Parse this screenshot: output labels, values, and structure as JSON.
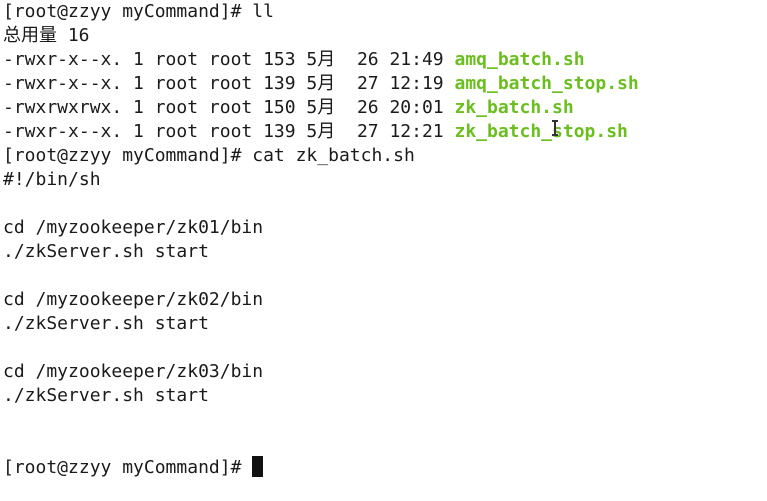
{
  "prompt": "[root@zzyy myCommand]# ",
  "commands": {
    "ls": "ll",
    "cat": "cat zk_batch.sh"
  },
  "ls_total": "总用量 16",
  "files": [
    {
      "meta": "-rwxr-x--x. 1 root root 153 5月  26 21:49 ",
      "name": "amq_batch.sh"
    },
    {
      "meta": "-rwxr-x--x. 1 root root 139 5月  27 12:19 ",
      "name": "amq_batch_stop.sh"
    },
    {
      "meta": "-rwxrwxrwx. 1 root root 150 5月  26 20:01 ",
      "name": "zk_batch.sh"
    },
    {
      "meta": "-rwxr-x--x. 1 root root 139 5月  27 12:21 ",
      "name": "zk_batch_stop.sh"
    }
  ],
  "script_lines": {
    "shebang": "#!/bin/sh",
    "cd1": "cd /myzookeeper/zk01/bin",
    "start1": "./zkServer.sh start",
    "cd2": "cd /myzookeeper/zk02/bin",
    "start2": "./zkServer.sh start",
    "cd3": "cd /myzookeeper/zk03/bin",
    "start3": "./zkServer.sh start"
  },
  "colors": {
    "executable": "#6abf1e",
    "text": "#1a1a1a",
    "background": "#ffffff"
  },
  "icons": {
    "cursor": "block-cursor",
    "mouse": "text-ibeam-cursor"
  }
}
